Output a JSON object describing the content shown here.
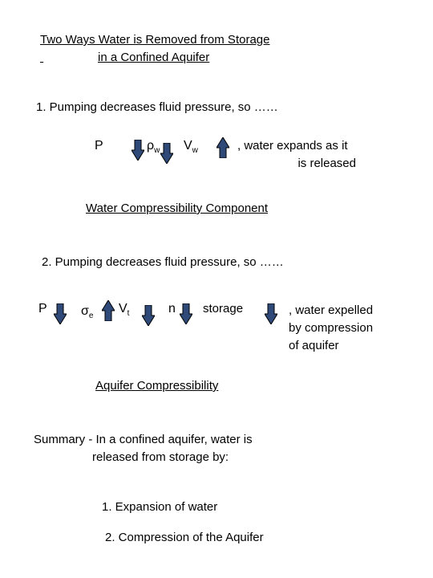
{
  "title": {
    "line1": "Two Ways Water is Removed from Storage",
    "line2": "in a Confined Aquifer"
  },
  "section1": {
    "heading": "1.  Pumping decreases fluid pressure, so ……",
    "symbols": {
      "p": "P",
      "rho": "ρ",
      "rho_sub": "w",
      "v": "V",
      "v_sub": "w"
    },
    "note_line1": ", water expands as it",
    "note_line2": "is released",
    "component": "Water Compressibility Component"
  },
  "section2": {
    "heading": "2.  Pumping decreases fluid pressure, so ……",
    "symbols": {
      "p": "P",
      "sigma": "σ",
      "sigma_sub": "e",
      "v": "V",
      "v_sub": "t",
      "n": "n",
      "storage": "storage"
    },
    "note_line1": ", water expelled",
    "note_line2": "by compression",
    "note_line3": "of aquifer",
    "component": "Aquifer Compressibility"
  },
  "summary": {
    "line1": "Summary - In a confined aquifer, water is",
    "line2": "released from storage by:",
    "item1": "1. Expansion of water",
    "item2": "2. Compression of the Aquifer"
  },
  "colors": {
    "arrow_fill": "#2f4a78",
    "arrow_stroke": "#000000"
  },
  "icons": {
    "down": "arrow-down-icon",
    "up": "arrow-up-icon"
  }
}
